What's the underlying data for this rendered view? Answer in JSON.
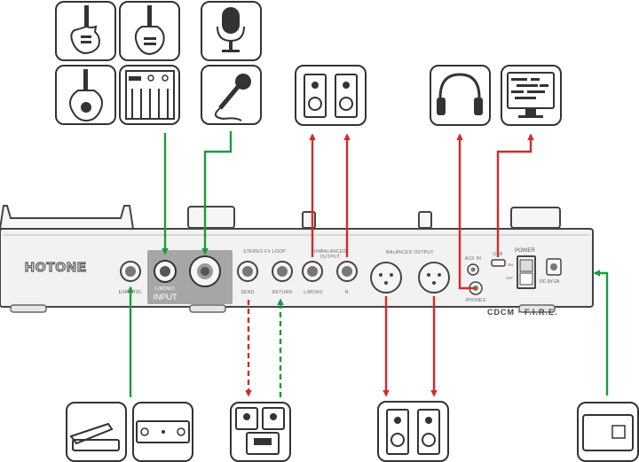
{
  "brand": "HOTONE",
  "panel_labels": {
    "exp_ctrl": "EXP/CTRL",
    "mono_label": "L(MONO)",
    "input": "INPUT",
    "stereo_fx_loop": "STEREO FX LOOP",
    "send": "SEND",
    "return": "RETURN",
    "unbalanced_output": "UNBALANCED OUTPUT",
    "l_mono": "L/MONO",
    "r": "R",
    "balanced_output": "BALANCED OUTPUT",
    "aux_in": "AUX IN",
    "phones": "PHONES",
    "usb": "USB",
    "power": "POWER",
    "on": "ON",
    "off": "OFF",
    "dc_rating": "DC 9V-1A",
    "logo_text": "CDCM · F.I.R.E."
  },
  "colors": {
    "input_signal": "#1e9a3a",
    "output_signal": "#d42a2a",
    "device_outline": "#333333",
    "panel_fill": "#f2f2f2",
    "input_highlight": "#999999"
  },
  "connections": [
    {
      "from": "guitar-instruments",
      "to": "input-jack",
      "style": "solid",
      "color": "green"
    },
    {
      "from": "microphone",
      "to": "xlr-combo-input",
      "style": "solid",
      "color": "green"
    },
    {
      "from": "unbalanced-output-l",
      "to": "studio-monitors",
      "style": "solid",
      "color": "red"
    },
    {
      "from": "unbalanced-output-r",
      "to": "studio-monitors",
      "style": "solid",
      "color": "red"
    },
    {
      "from": "phones-jack",
      "to": "headphones",
      "style": "solid",
      "color": "red"
    },
    {
      "from": "usb-port",
      "to": "computer",
      "style": "solid",
      "color": "red"
    },
    {
      "from": "expression-pedal",
      "to": "exp-ctrl-jack",
      "style": "solid",
      "color": "green"
    },
    {
      "from": "send-jack",
      "to": "effects-pedals",
      "style": "dashed",
      "color": "red"
    },
    {
      "from": "effects-pedals",
      "to": "return-jack",
      "style": "dashed",
      "color": "green"
    },
    {
      "from": "balanced-output-l",
      "to": "studio-monitors-bottom",
      "style": "solid",
      "color": "red"
    },
    {
      "from": "balanced-output-r",
      "to": "studio-monitors-bottom",
      "style": "solid",
      "color": "red"
    },
    {
      "from": "power-adapter",
      "to": "dc-power-input",
      "style": "solid",
      "color": "green"
    }
  ],
  "devices": [
    "electric-guitar-icon",
    "acoustic-guitar-icon",
    "acoustic-guitar-soundhole-icon",
    "synth-keyboard-icon",
    "studio-microphone-icon",
    "handheld-microphone-icon",
    "studio-monitors-icon",
    "headphones-icon",
    "computer-daw-icon",
    "expression-pedal-icon",
    "footswitch-icon",
    "effects-pedals-icon",
    "power-adapter-icon"
  ]
}
